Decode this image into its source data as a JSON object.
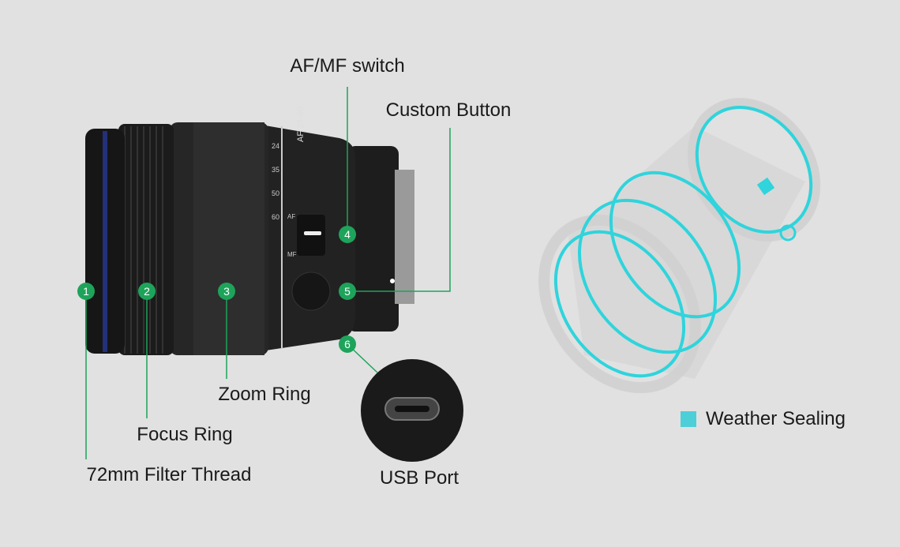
{
  "callouts": [
    {
      "num": "1",
      "label": "72mm Filter Thread"
    },
    {
      "num": "2",
      "label": "Focus Ring"
    },
    {
      "num": "3",
      "label": "Zoom Ring"
    },
    {
      "num": "4",
      "label": "AF/MF switch"
    },
    {
      "num": "5",
      "label": "Custom Button"
    },
    {
      "num": "6",
      "label": "USB Port"
    }
  ],
  "lens_markings": {
    "model": "AF 24-60",
    "focal": [
      "24",
      "35",
      "50",
      "60"
    ],
    "af": "AF",
    "mf": "MF"
  },
  "legend": {
    "label": "Weather Sealing",
    "color": "#4dcfd8"
  },
  "colors": {
    "callout": "#1ea35b",
    "background": "#e1e1e1"
  }
}
